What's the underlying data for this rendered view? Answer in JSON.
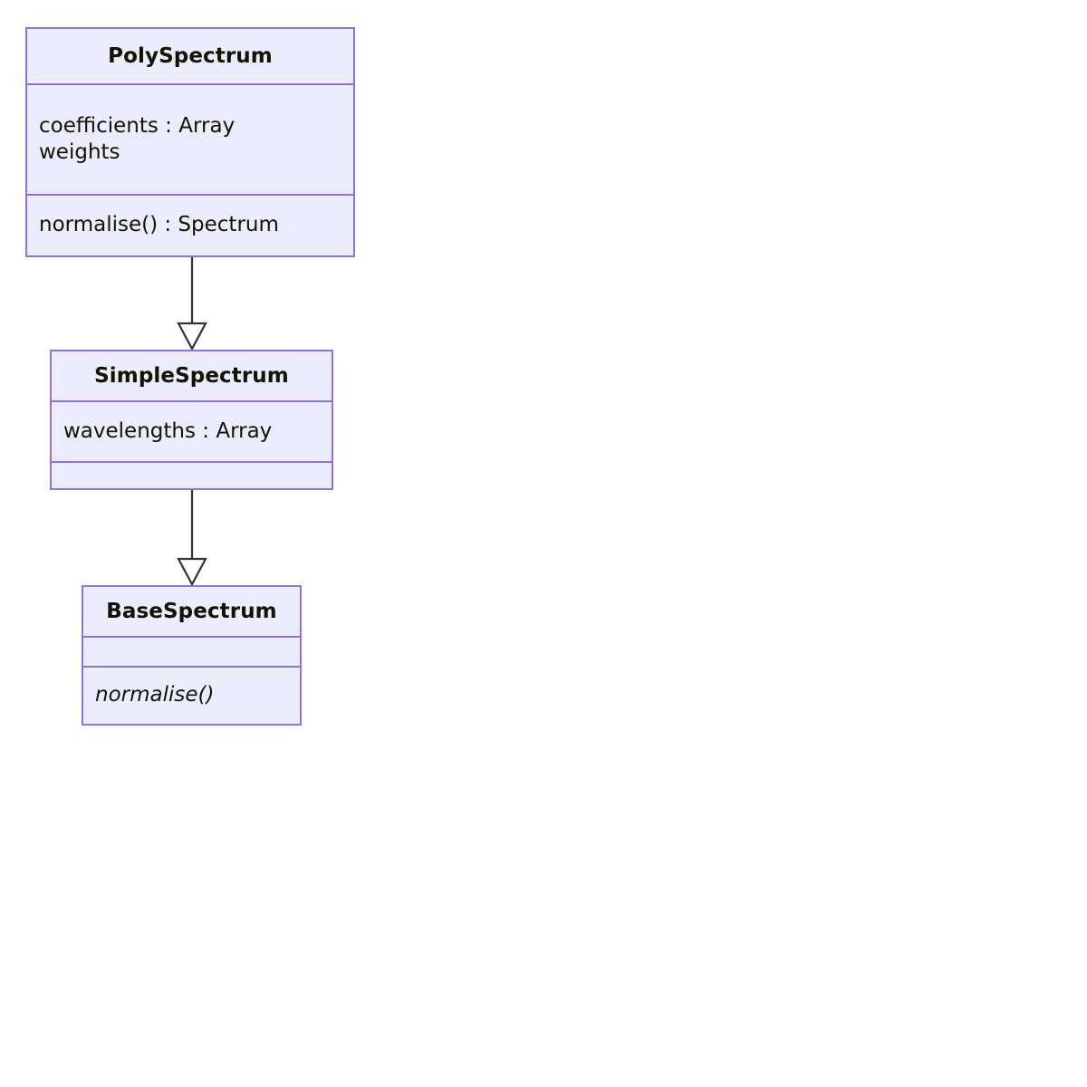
{
  "diagram": {
    "kind": "uml-class-diagram",
    "background_color": "#FFFFFF",
    "node_fill_color": "#ECECFF",
    "node_border_color": "#9370DB",
    "text_color": "#131300",
    "edge_color": "#333333",
    "classes": [
      {
        "id": "polyspectrum",
        "name": "PolySpectrum",
        "abstract": false,
        "attributes": [
          "coefficients : Array",
          "weights"
        ],
        "methods": [
          "normalise() : Spectrum"
        ]
      },
      {
        "id": "simplespectrum",
        "name": "SimpleSpectrum",
        "abstract": false,
        "attributes": [
          "wavelengths : Array"
        ],
        "methods": []
      },
      {
        "id": "basespectrum",
        "name": "BaseSpectrum",
        "abstract": true,
        "attributes": [],
        "methods": [
          "normalise()"
        ]
      }
    ],
    "relations": [
      {
        "id": "poly-to-simple",
        "type": "generalization",
        "arrow": "hollow-triangle",
        "from": "PolySpectrum",
        "to": "SimpleSpectrum"
      },
      {
        "id": "simple-to-base",
        "type": "generalization",
        "arrow": "hollow-triangle",
        "from": "SimpleSpectrum",
        "to": "BaseSpectrum"
      }
    ]
  }
}
